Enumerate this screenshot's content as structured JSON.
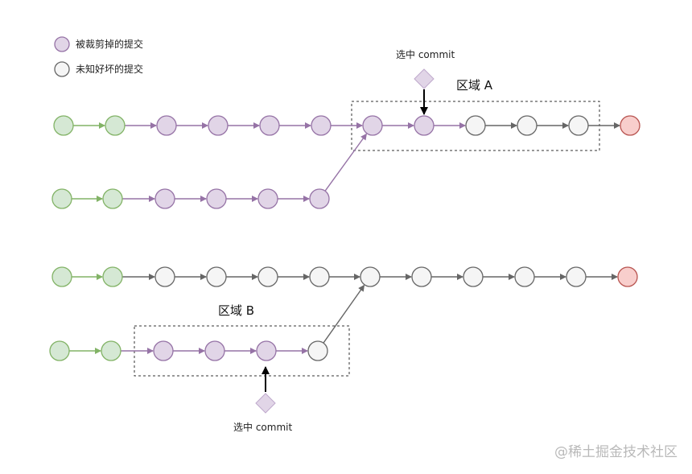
{
  "legend": {
    "pruned_label": "被裁剪掉的提交",
    "unknown_label": "未知好坏的提交"
  },
  "regions": {
    "a_label": "区域 A",
    "b_label": "区域 B"
  },
  "markers": {
    "top_select_label": "选中 commit",
    "bottom_select_label": "选中 commit"
  },
  "watermark": "@稀土掘金技术社区",
  "colors": {
    "good_fill": "#d5e8d4",
    "good_stroke": "#82b366",
    "pruned_fill": "#e1d5e7",
    "pruned_stroke": "#9673a6",
    "unknown_fill": "#f5f5f5",
    "unknown_stroke": "#666666",
    "bad_fill": "#f8cecc",
    "bad_stroke": "#b85450",
    "green_arrow": "#82b366",
    "purple_arrow": "#9673a6",
    "gray_arrow": "#666666"
  }
}
